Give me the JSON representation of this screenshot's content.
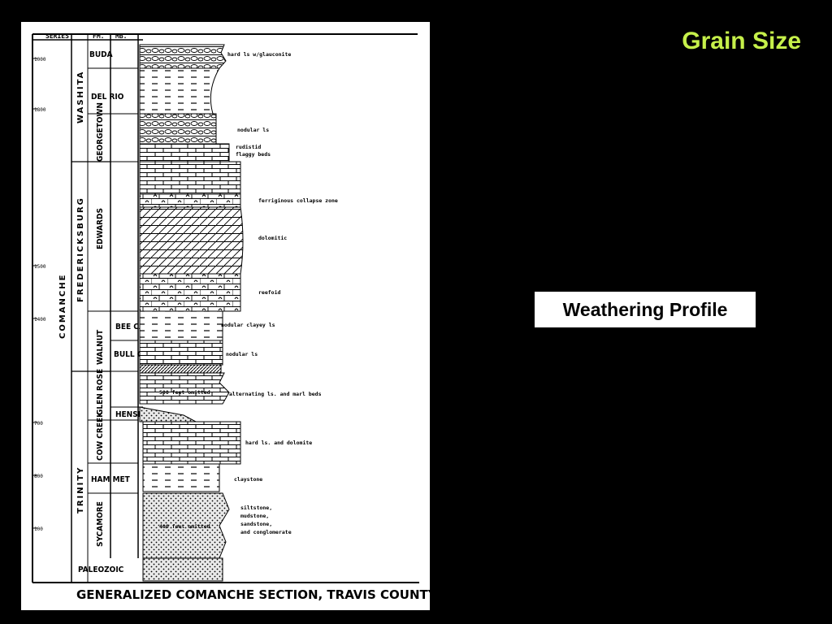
{
  "slide": {
    "title": "Grain Size",
    "callout": "Weathering Profile",
    "title_color": "#c6f04a"
  },
  "section": {
    "headers": {
      "series": "SERIES",
      "formation": "FM.",
      "member": "MB."
    },
    "series_name": "COMANCHE",
    "groups": [
      "WASHITA",
      "FREDERICKSBURG",
      "TRINITY"
    ],
    "formations": [
      "BUDA",
      "DEL RIO",
      "GEORGETOWN",
      "EDWARDS",
      "WALNUT",
      "GLEN ROSE",
      "COW CREEK",
      "HAM MET",
      "SYCAMORE"
    ],
    "members": [
      "BEE CAVE",
      "BULL CREEK",
      "HENSEL"
    ],
    "paleozoic": "PALEOZOIC",
    "caption": "GENERALIZED COMANCHE SECTION, TRAVIS COUNTY, TEXAS",
    "depth_ticks": [
      "1000",
      "1800",
      "1500",
      "1400",
      "700",
      "800",
      "100"
    ],
    "notes": {
      "buda": "hard ls w/glauconite",
      "georgetown_nodular": "nodular ls",
      "rudistid": "rudistid",
      "flaggy": "flaggy beds",
      "collapse": "ferriginous collapse zone",
      "dolomitic": "dolomitic",
      "reefoid": "reefoid",
      "bee_cave": "nodular clayey ls",
      "bull_creek": "nodular ls",
      "glen_rose": "alternating ls. and marl beds",
      "omitted_500": "500 feet omitted",
      "cow_creek": "hard ls. and dolomite",
      "hammett": "claystone",
      "syc1": "siltstone,",
      "syc2": "mudstone,",
      "syc3": "sandstone,",
      "syc4": "and conglomerate",
      "omitted_400": "400 feet omitted"
    }
  }
}
